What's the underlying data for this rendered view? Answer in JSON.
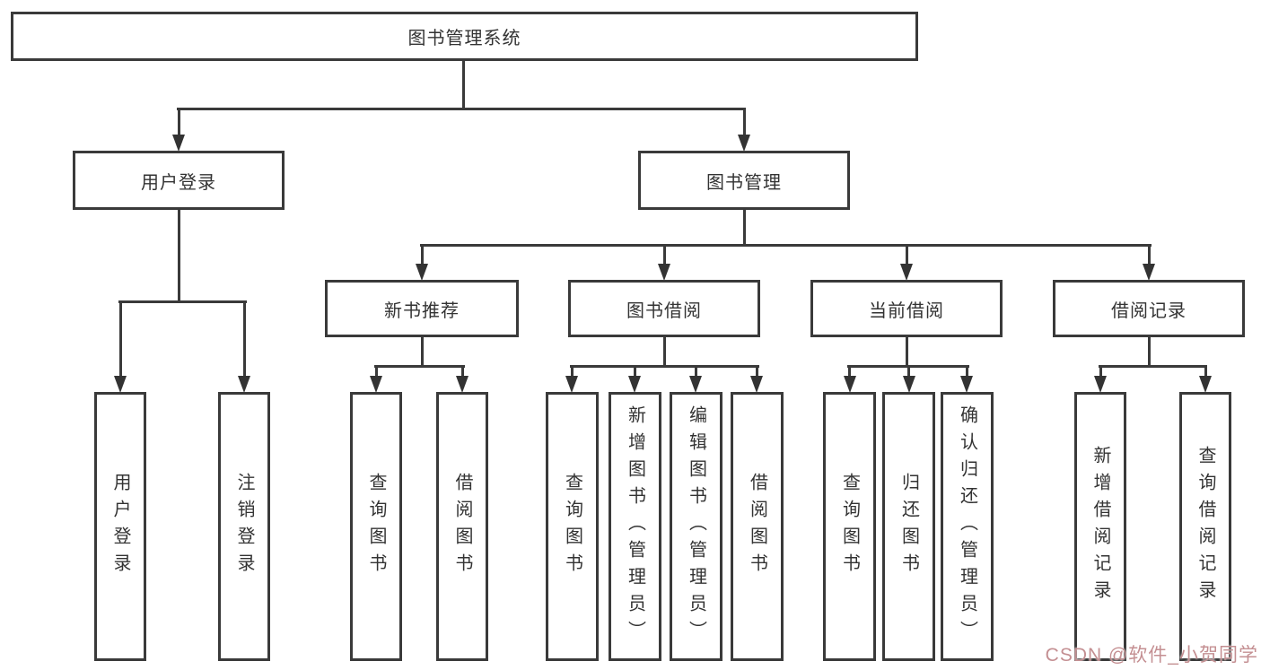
{
  "diagram": {
    "root": {
      "label": "图书管理系统"
    },
    "level2": [
      {
        "label": "用户登录",
        "children": [
          "用户登录",
          "注销登录"
        ]
      },
      {
        "label": "图书管理"
      }
    ],
    "level3": [
      {
        "label": "新书推荐",
        "children": [
          "查询图书",
          "借阅图书"
        ]
      },
      {
        "label": "图书借阅",
        "children": [
          "查询图书",
          "新增图书（管理员）",
          "编辑图书（管理员）",
          "借阅图书"
        ]
      },
      {
        "label": "当前借阅",
        "children": [
          "查询图书",
          "归还图书",
          "确认归还（管理员）"
        ]
      },
      {
        "label": "借阅记录",
        "children": [
          "新增借阅记录",
          "查询借阅记录"
        ]
      }
    ]
  },
  "watermark": {
    "text": "CSDN @软件_小贺同学"
  },
  "colors": {
    "line": "#3a3a3a",
    "text": "#333333",
    "background": "#ffffff",
    "watermark": "#c48f92"
  }
}
